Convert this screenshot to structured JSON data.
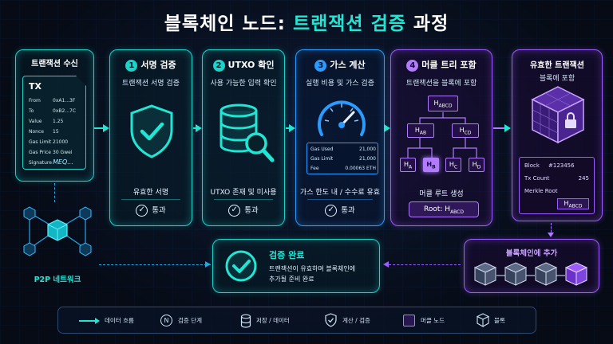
{
  "title": {
    "part1": "블록체인 노드: ",
    "part2": "트랜잭션 검증",
    "part3": " 과정"
  },
  "receive": {
    "heading": "트랜잭션 수신",
    "doc": {
      "tx_label": "TX",
      "rows": [
        {
          "k": "From",
          "v": "0xA1...3F"
        },
        {
          "k": "To",
          "v": "0xB2...7C"
        },
        {
          "k": "Value",
          "v": "1.25"
        },
        {
          "k": "Nonce",
          "v": "15"
        },
        {
          "k": "Gas Limit",
          "v": "21000"
        },
        {
          "k": "Gas Price",
          "v": "30 Gwei"
        },
        {
          "k": "Signature",
          "v": "MEQ..."
        }
      ]
    },
    "network_label": "P2P 네트워크"
  },
  "steps": [
    {
      "num": "1",
      "title": "서명 검증",
      "subtitle": "트랜잭션 서명 검증",
      "caption": "유효한 서명",
      "pass": "통과",
      "icon": "shield-check-icon"
    },
    {
      "num": "2",
      "title": "UTXO 확인",
      "subtitle": "사용 가능한 입력 확인",
      "caption": "UTXO 존재 및 미사용",
      "pass": "통과",
      "icon": "database-search-icon"
    },
    {
      "num": "3",
      "title": "가스 계산",
      "subtitle": "실행 비용 및 가스 검증",
      "caption": "가스 한도 내 / 수수료 유효",
      "pass": "통과",
      "icon": "gauge-icon",
      "metrics": [
        {
          "k": "Gas Used",
          "v": "21,000"
        },
        {
          "k": "Gas Limit",
          "v": "21,000"
        },
        {
          "k": "Fee",
          "v": "0.00063 ETH"
        }
      ]
    },
    {
      "num": "4",
      "title": "머클 트리 포함",
      "subtitle": "트랜잭션을 블록에 포함",
      "caption": "머클 루트 생성",
      "root": "Root: H",
      "root_sub": "ABCD",
      "icon": "merkle-tree-icon"
    }
  ],
  "merkle": {
    "root": {
      "h": "H",
      "sub": "ABCD"
    },
    "mid": [
      {
        "h": "H",
        "sub": "AB"
      },
      {
        "h": "H",
        "sub": "CD"
      }
    ],
    "leaves": [
      {
        "h": "H",
        "sub": "A"
      },
      {
        "h": "H",
        "sub": "B"
      },
      {
        "h": "H",
        "sub": "C"
      },
      {
        "h": "H",
        "sub": "D"
      }
    ]
  },
  "valid": {
    "title": "유효한 트랜잭션",
    "subtitle": "블록에 포함",
    "block": {
      "block_k": "Block",
      "block_v": "#123456",
      "count_k": "Tx Count",
      "count_v": "245",
      "merkle_k": "Merkle Root",
      "merkle_h": "H",
      "merkle_sub": "ABCD"
    }
  },
  "complete": {
    "title": "검증 완료",
    "line1": "트랜잭션이 유효하며 블록체인에",
    "line2": "추가될 준비 완료"
  },
  "chain": {
    "title": "블록체인에 추가"
  },
  "legend": [
    {
      "label": "데이터 흐름",
      "icon": "arrow-icon"
    },
    {
      "label": "검증 단계",
      "icon": "step-number-icon",
      "glyph": "N"
    },
    {
      "label": "저장 / 데이터",
      "icon": "database-icon"
    },
    {
      "label": "계산 / 검증",
      "icon": "shield-icon"
    },
    {
      "label": "머클 노드",
      "icon": "square-node-icon"
    },
    {
      "label": "블록",
      "icon": "cube-icon"
    }
  ],
  "colors": {
    "teal": "#1bd3c9",
    "blue": "#2a9cff",
    "purple": "#9d5cff",
    "background": "#060b16"
  }
}
